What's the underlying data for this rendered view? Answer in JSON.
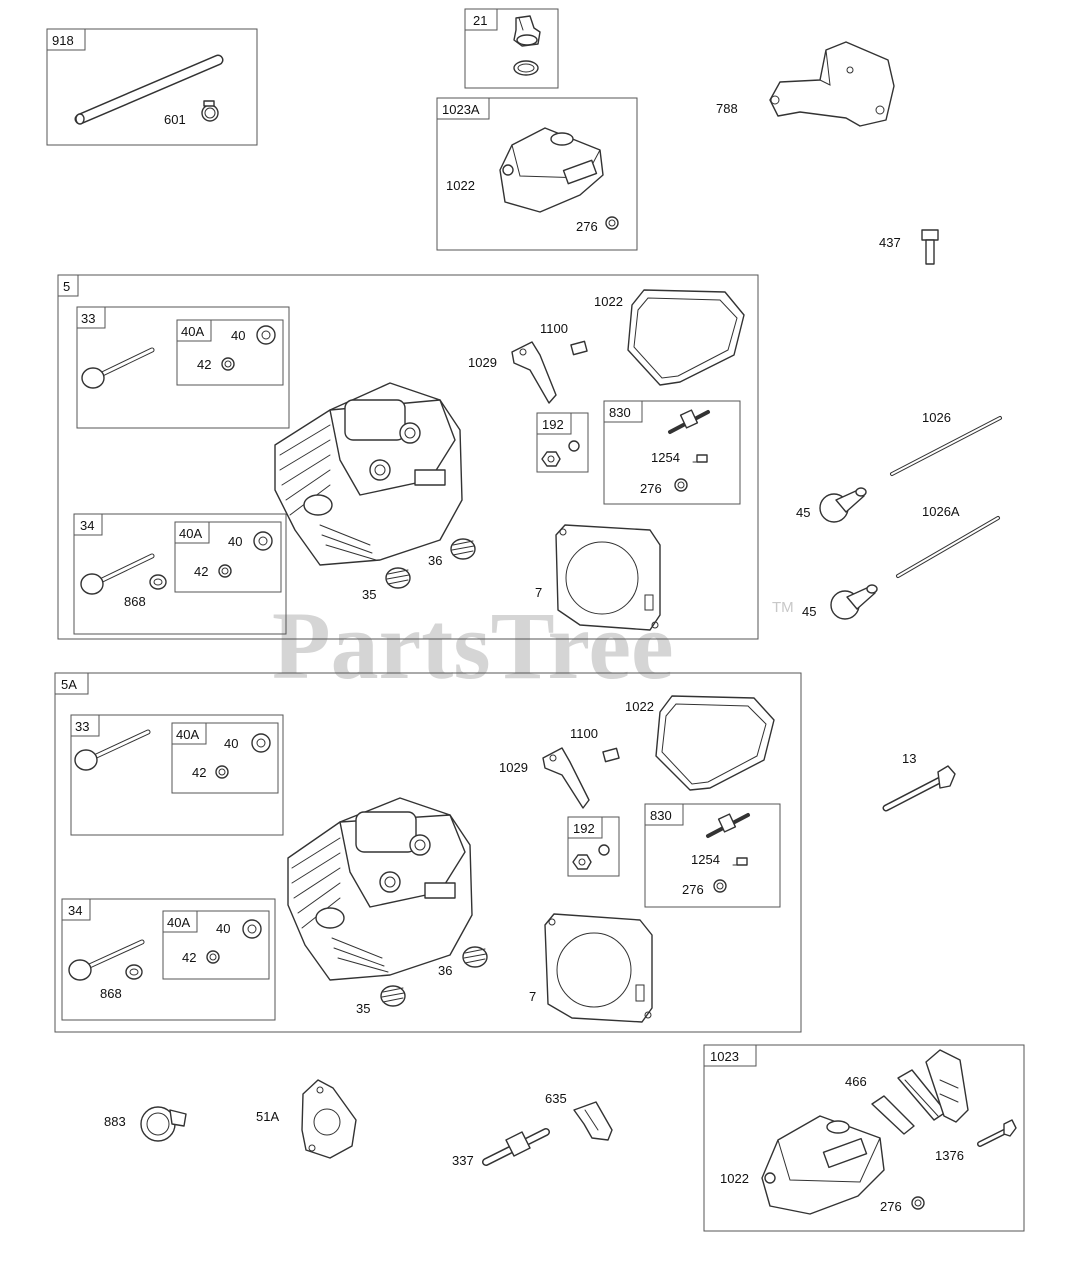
{
  "watermark": {
    "brand": "PartsTree",
    "trademark": "TM"
  },
  "groups": {
    "g918": "918",
    "g21": "21",
    "g1023A": "1023A",
    "g5": "5",
    "g5A": "5A",
    "g1023": "1023",
    "g33a": "33",
    "g40Aa": "40A",
    "g34a": "34",
    "g40Ab": "40A",
    "g192a": "192",
    "g830a": "830",
    "g33b": "33",
    "g40Ac": "40A",
    "g34b": "34",
    "g40Ad": "40A",
    "g192b": "192",
    "g830b": "830"
  },
  "callouts": {
    "c601": "601",
    "c788": "788",
    "c1022a": "1022",
    "c276a": "276",
    "c437": "437",
    "c1022b": "1022",
    "c1100a": "1100",
    "c1029a": "1029",
    "c40a": "40",
    "c42a": "42",
    "c1254a": "1254",
    "c276b": "276",
    "c40b": "40",
    "c42b": "42",
    "c868a": "868",
    "c36a": "36",
    "c35a": "35",
    "c7a": "7",
    "c1026": "1026",
    "c45a": "45",
    "c1026A": "1026A",
    "c45b": "45",
    "c1022c": "1022",
    "c1100b": "1100",
    "c1029b": "1029",
    "c13": "13",
    "c40c": "40",
    "c42c": "42",
    "c1254b": "1254",
    "c276c": "276",
    "c40d": "40",
    "c42d": "42",
    "c868b": "868",
    "c36b": "36",
    "c35b": "35",
    "c7b": "7",
    "c883": "883",
    "c51A": "51A",
    "c635": "635",
    "c337": "337",
    "c466": "466",
    "c1376": "1376",
    "c1022d": "1022",
    "c276d": "276"
  },
  "colors": {
    "line": "#333333",
    "box": "#555555",
    "watermark": "#c8c8c8"
  }
}
